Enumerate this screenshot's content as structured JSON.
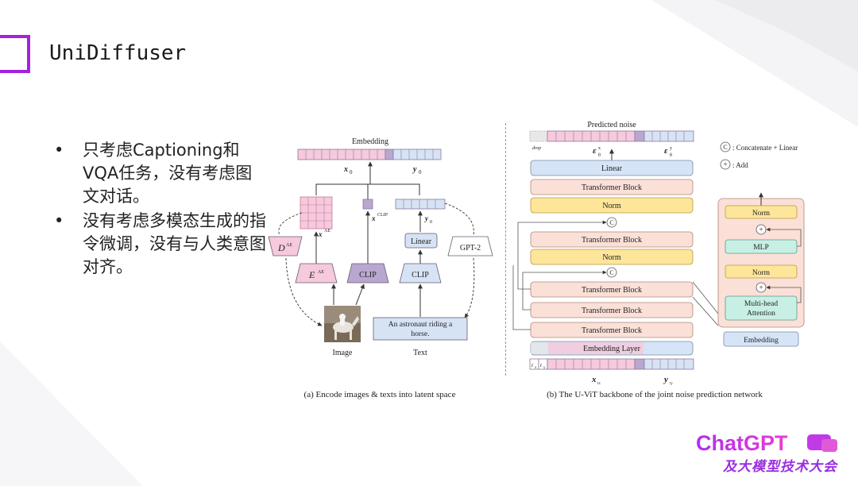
{
  "slide": {
    "title": "UniDiffuser",
    "bullets": [
      "只考虑Captioning和VQA任务，没有考虑图文对话。",
      "没有考虑多模态生成的指令微调，没有与人类意图对齐。"
    ],
    "bullet_glyph": "•"
  },
  "figure_a": {
    "embedding_label": "Embedding",
    "x0": "x",
    "x0_sub": "0",
    "y0": "y",
    "y0_sub": "0",
    "x0ae": "x",
    "x0ae_sup": "AE",
    "x0clip": "x",
    "x0clip_sup": "CLIP",
    "dae": "D",
    "dae_sup": "AE",
    "eae": "E",
    "eae_sup": "AE",
    "clip_img": "CLIP",
    "clip_txt": "CLIP",
    "linear": "Linear",
    "gpt2": "GPT-2",
    "text_box_line1": "An astronaut riding a",
    "text_box_line2": "horse.",
    "image_label": "Image",
    "text_label": "Text",
    "caption": "(a) Encode images & texts into latent space"
  },
  "figure_b": {
    "predicted_noise": "Predicted noise",
    "drop": "drop",
    "eps_x": "ε",
    "eps_y": "ε",
    "eps_sub": "θ",
    "eps_x_sup": "x",
    "eps_y_sup": "y",
    "legend_concat": ": Concatenate + Linear",
    "legend_add": ": Add",
    "legend_c": "C",
    "legend_plus": "+",
    "blocks": [
      "Linear",
      "Transformer Block",
      "Norm",
      "Transformer Block",
      "Norm",
      "Transformer Block",
      "Transformer Block",
      "Transformer Block",
      "Embedding Layer"
    ],
    "detail_blocks": [
      "Norm",
      "MLP",
      "Norm",
      "Multi-head",
      "Attention",
      "Embedding"
    ],
    "tx": "t",
    "tx_sub": "x",
    "ty": "t",
    "ty_sub": "y",
    "xt": "x",
    "xt_sub": "tx",
    "yt": "y",
    "yt_sub": "ty",
    "caption": "(b) The U-ViT backbone of the joint noise prediction network"
  },
  "logo": {
    "main": "ChatGPT",
    "sub": "及大模型技术大会"
  },
  "colors": {
    "accent": "#a321e0",
    "pink_token": "#f6c9dc",
    "blue_token": "#d6e3f5",
    "purple_token": "#b9a7d0",
    "block_pink": "#fbe0d8",
    "block_yellow": "#fde59a",
    "block_blue": "#d6e4f7",
    "block_green": "#c8efe4"
  }
}
